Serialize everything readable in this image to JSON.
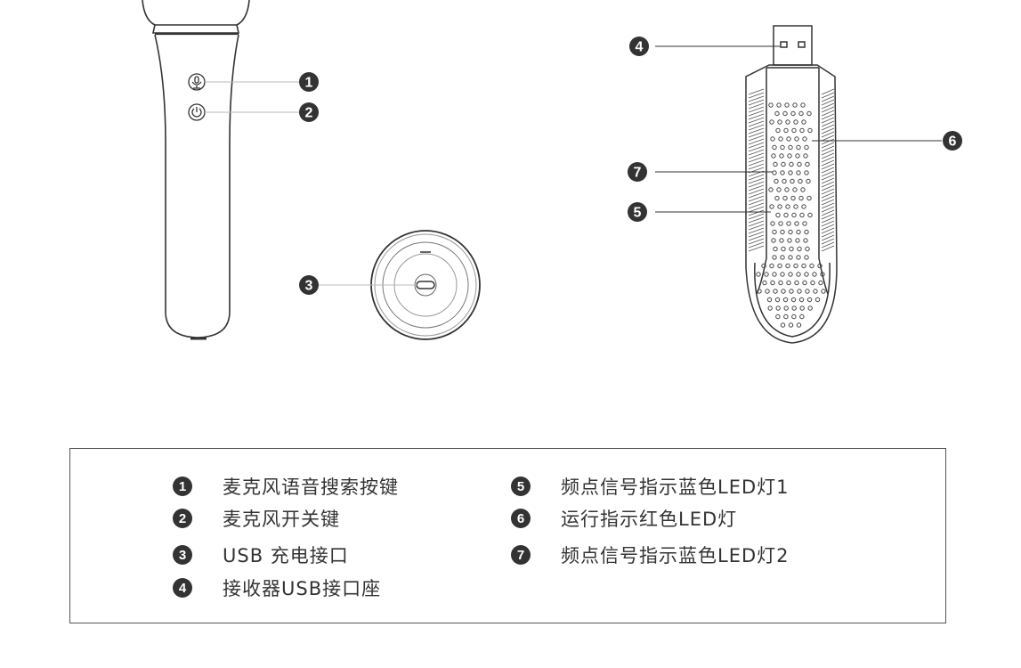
{
  "callouts": {
    "mic": [
      "1",
      "2"
    ],
    "base": "3",
    "receiver": {
      "usb": "4",
      "led5": "5",
      "led6": "6",
      "led7": "7"
    }
  },
  "legend": {
    "left": [
      {
        "num": "1",
        "label": "麦克风语音搜索按键"
      },
      {
        "num": "2",
        "label": "麦克风开关键"
      },
      {
        "num": "3",
        "label": "USB 充电接口"
      },
      {
        "num": "4",
        "label": "接收器USB接口座"
      }
    ],
    "right": [
      {
        "num": "5",
        "label": "频点信号指示蓝色LED灯1"
      },
      {
        "num": "6",
        "label": "运行指示红色LED灯"
      },
      {
        "num": "7",
        "label": "频点信号指示蓝色LED灯2"
      }
    ]
  },
  "colors": {
    "badge": "#333333",
    "line": "#333333",
    "leader": "#bbbbbb"
  }
}
